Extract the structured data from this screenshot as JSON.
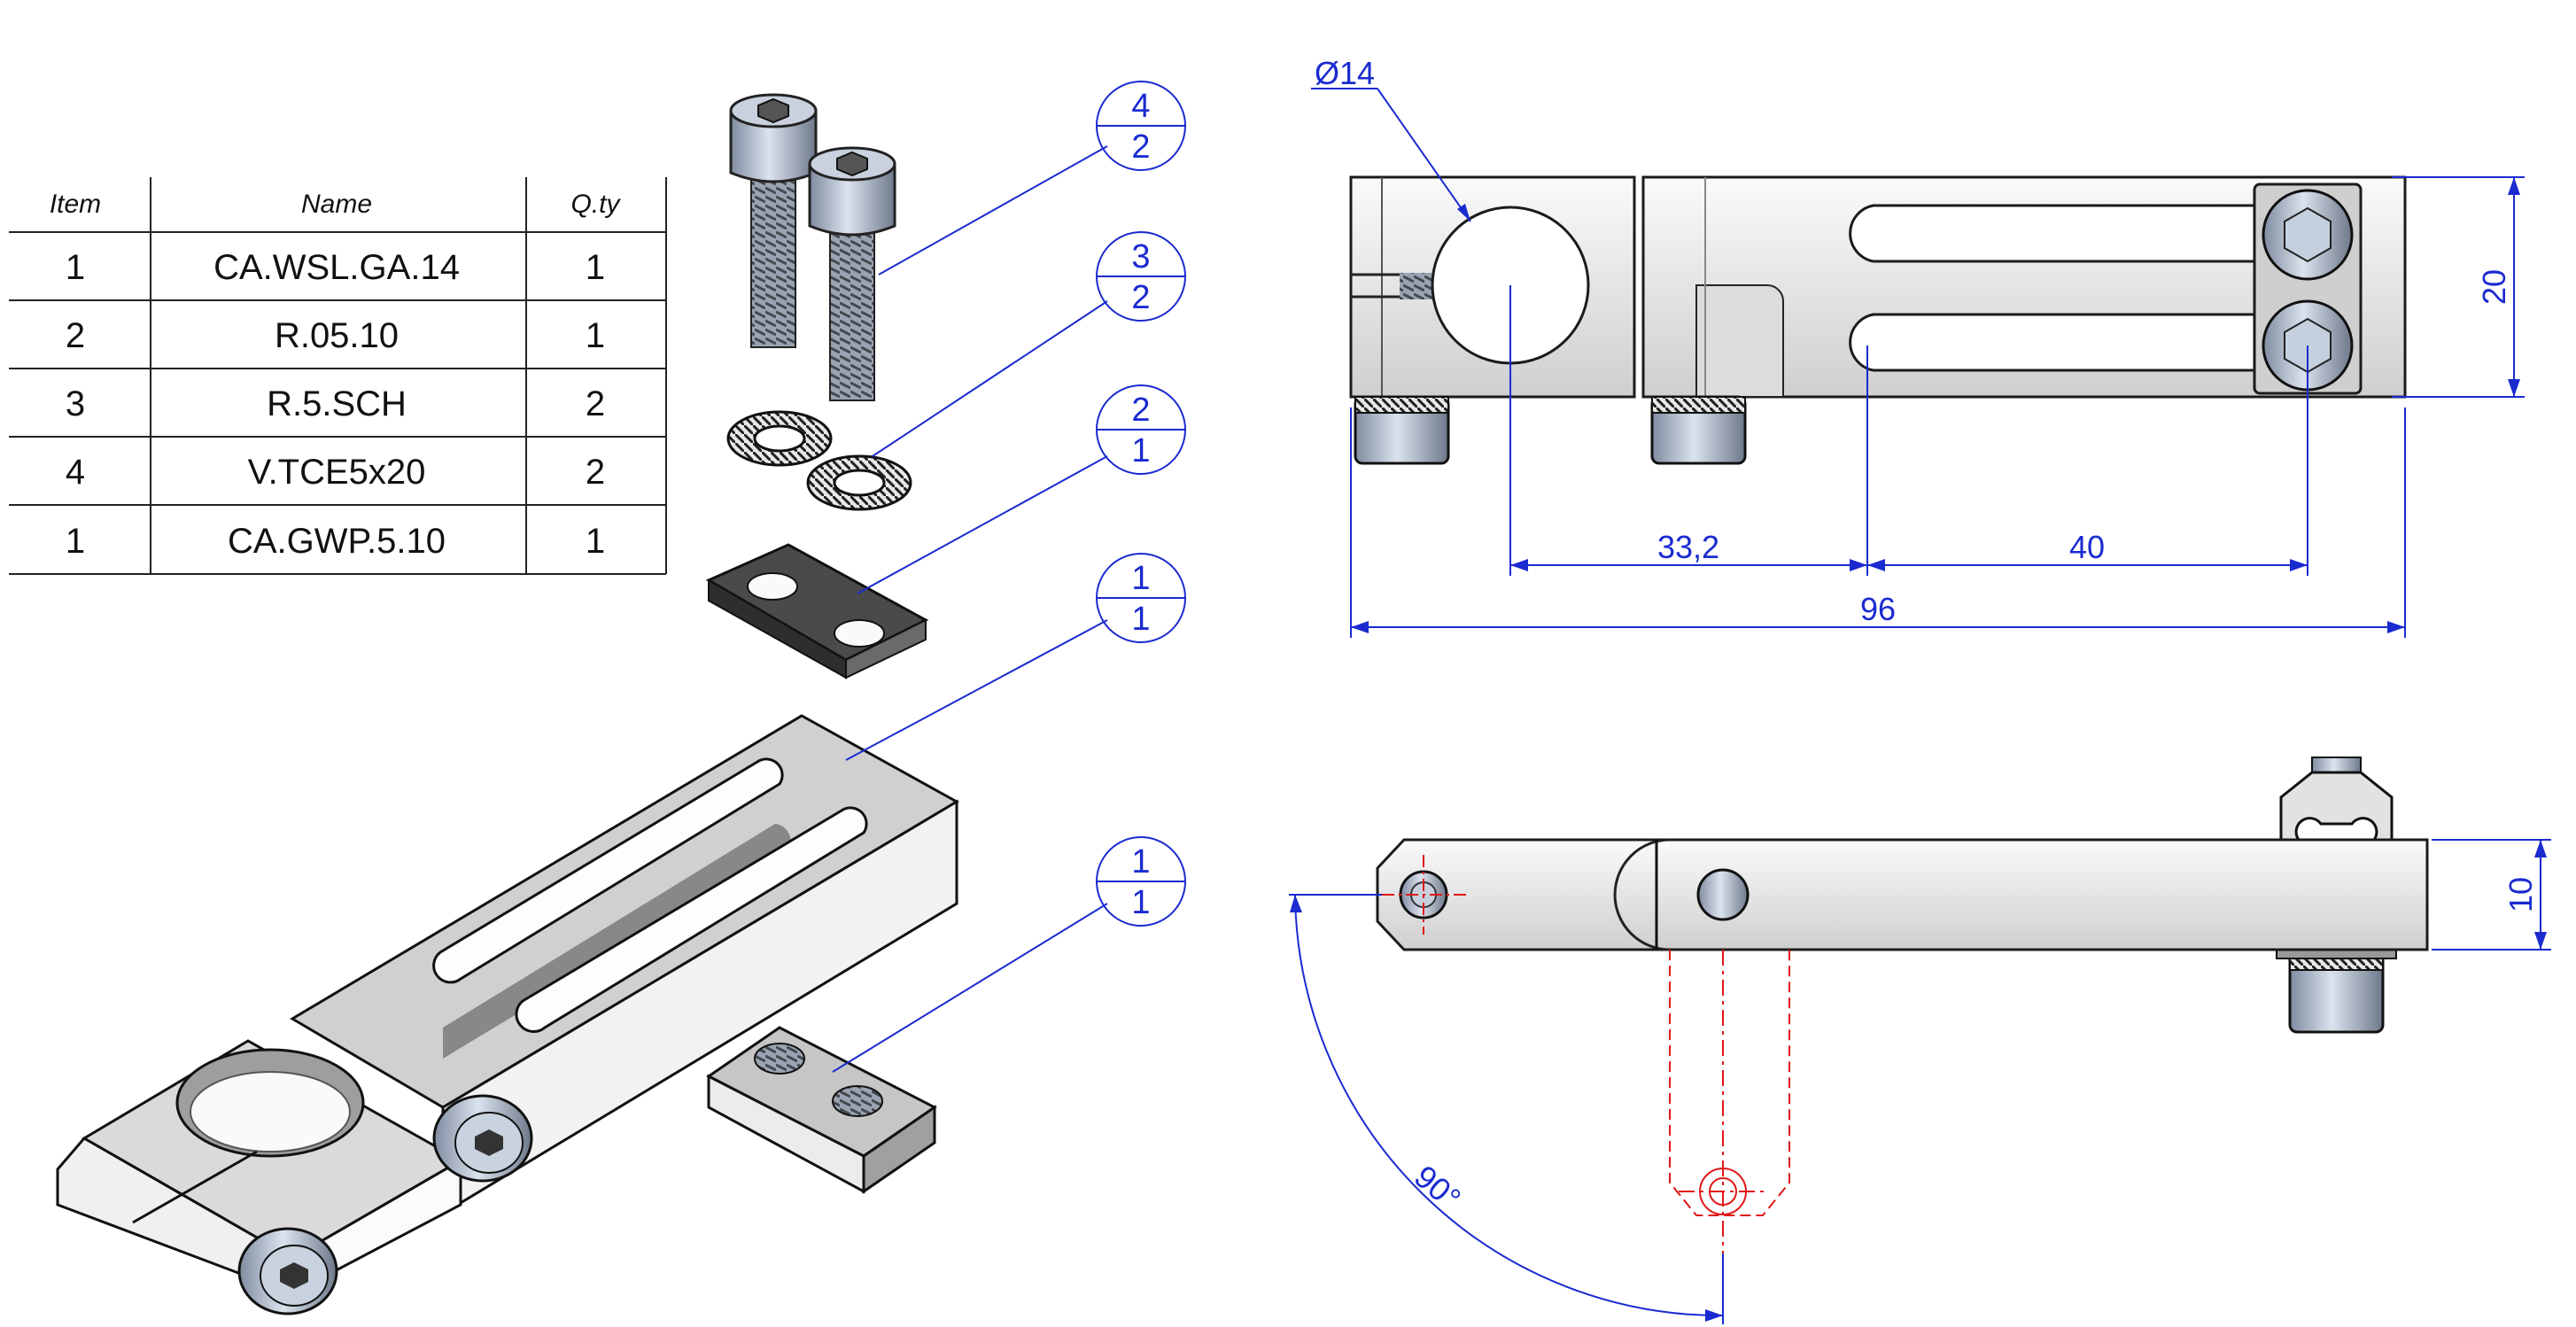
{
  "bom": {
    "headers": {
      "item": "Item",
      "name": "Name",
      "qty": "Q.ty"
    },
    "rows": [
      {
        "item": "1",
        "name": "CA.WSL.GA.14",
        "qty": "1"
      },
      {
        "item": "2",
        "name": "R.05.10",
        "qty": "1"
      },
      {
        "item": "3",
        "name": "R.5.SCH",
        "qty": "2"
      },
      {
        "item": "4",
        "name": "V.TCE5x20",
        "qty": "2"
      },
      {
        "item": "1",
        "name": "CA.GWP.5.10",
        "qty": "1"
      }
    ]
  },
  "balloons": [
    {
      "top": "4",
      "bottom": "2"
    },
    {
      "top": "3",
      "bottom": "2"
    },
    {
      "top": "2",
      "bottom": "1"
    },
    {
      "top": "1",
      "bottom": "1"
    },
    {
      "top": "1",
      "bottom": "1"
    }
  ],
  "dimensions": {
    "hole_diameter": "Ø14",
    "height": "20",
    "offset_1": "33,2",
    "offset_2": "40",
    "total_length": "96",
    "thickness": "10",
    "rotation_angle": "90°"
  },
  "colors": {
    "dimension_blue": "#1a2bd0",
    "hidden_red": "#e01818",
    "metal": "#d8d8d8",
    "screw": "#aeb9c8"
  }
}
